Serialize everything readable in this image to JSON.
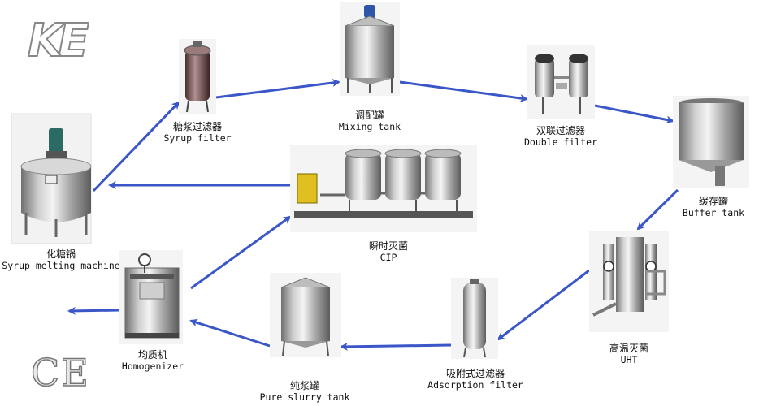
{
  "brand": {
    "logo_text": "KE",
    "mark": "CE"
  },
  "colors": {
    "arrow": "#3a56c8",
    "steel": "#c4c4c4",
    "steel_dark": "#7a7a7a",
    "motor": "#2c6b64"
  },
  "equipment": [
    {
      "id": "syrup-filter",
      "cn": "糖浆过滤器",
      "en": "Syrup filter"
    },
    {
      "id": "mixing-tank",
      "cn": "调配罐",
      "en": "Mixing tank"
    },
    {
      "id": "double-filter",
      "cn": "双联过滤器",
      "en": "Double filter"
    },
    {
      "id": "buffer-tank",
      "cn": "缓存罐",
      "en": "Buffer tank"
    },
    {
      "id": "uht",
      "cn": "高温灭菌",
      "en": "UHT"
    },
    {
      "id": "adsorption-filter",
      "cn": "吸附式过滤器",
      "en": "Adsorption filter"
    },
    {
      "id": "pure-slurry-tank",
      "cn": "纯浆罐",
      "en": "Pure slurry tank"
    },
    {
      "id": "homogenizer",
      "cn": "均质机",
      "en": "Homogenizer"
    },
    {
      "id": "syrup-melting-machine",
      "cn": "化糖锅",
      "en": "Syrup melting machine"
    },
    {
      "id": "cip",
      "cn": "瞬时灭菌",
      "en": "CIP"
    }
  ]
}
